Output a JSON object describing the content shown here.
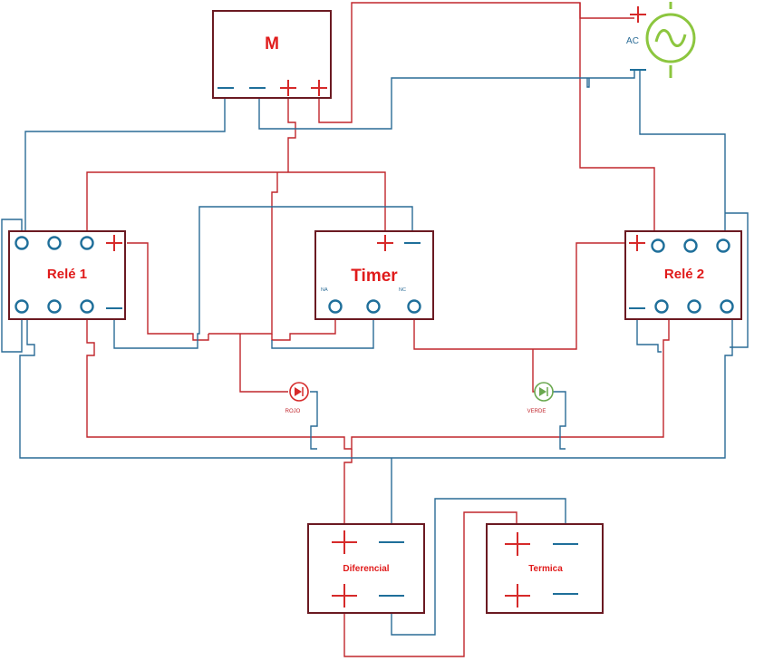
{
  "components": {
    "motor": "M",
    "relay1": "Relé 1",
    "relay2": "Relé 2",
    "timer": "Timer",
    "timer_na": "NA",
    "timer_nc": "NC",
    "ac_source": "AC",
    "led_red": "ROJO",
    "led_green": "VERDE",
    "differential": "Diferencial",
    "thermal": "Termica"
  },
  "colors": {
    "positive_wire": "#c0262c",
    "negative_wire": "#2a6b96",
    "box_border": "#6b1a22",
    "terminal": "#1f6f9a",
    "label": "#e01b1b",
    "ac_source": "#8cc63f",
    "led_green": "#6aa84f"
  }
}
